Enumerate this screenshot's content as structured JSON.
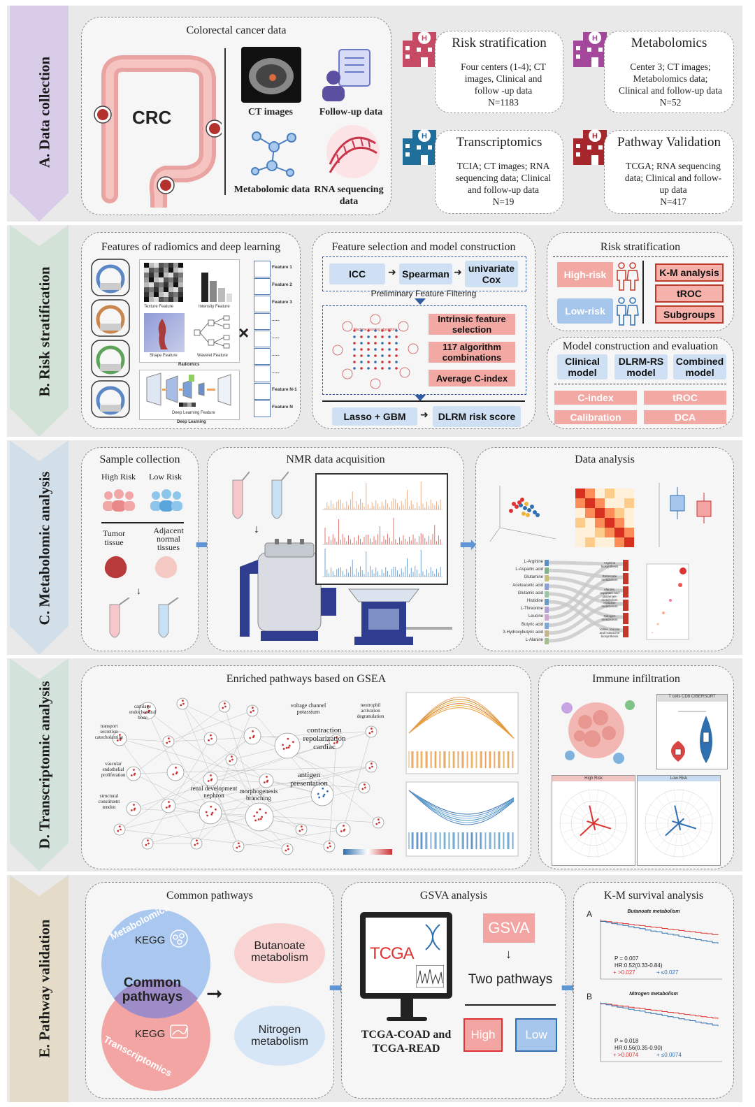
{
  "sections": {
    "A": "A. Data collection",
    "B": "B. Risk stratification",
    "C": "C. Metabolomic analysis",
    "D": "D. Transcriptomic analysis",
    "E": "E. Pathway validation"
  },
  "data_collection": {
    "title": "Colorectal cancer data",
    "crc_label": "CRC",
    "ct_images": "CT images",
    "followup": "Follow-up data",
    "metabolomic": "Metabolomic data",
    "rna": "RNA sequencing data",
    "cards": [
      {
        "title": "Risk stratification",
        "body": "Four centers (1-4); CT images, Clinical and follow -up data",
        "n": "N=1183"
      },
      {
        "title": "Metabolomics",
        "body": "Center 3; CT images; Metabolomics data; Clinical and follow-up data",
        "n": "N=52"
      },
      {
        "title": "Transcriptomics",
        "body": "TCIA; CT images; RNA sequencing data; Clinical and follow-up data",
        "n": "N=19"
      },
      {
        "title": "Pathway Validation",
        "body": "TCGA; RNA sequencing data; Clinical and follow-up data",
        "n": "N=417"
      }
    ]
  },
  "risk": {
    "features_title": "Features of radiomics and deep learning",
    "tiny": {
      "texture": "Texture Feature",
      "intensity": "Intensity Feature",
      "shape": "Shape Feature",
      "wavelet": "Wavelet Feature",
      "radiomics": "Radiomics",
      "dl_feature": "Deep Learning Feature",
      "deep_learning": "Deep Learning"
    },
    "feature_list": [
      "Feature 1",
      "Feature 2",
      "Feature 3",
      "......",
      "......",
      "......",
      "......",
      "Feature N-1",
      "Feature N"
    ],
    "times": "×",
    "selection_title": "Feature selection and model construction",
    "icc": "ICC",
    "spearman": "Spearman",
    "univariate": "univariate Cox",
    "prelim": "Preliminary Feature Filtering",
    "ml_label": "Machine learning algorithms",
    "intrinsic": "Intrinsic feature selection",
    "combos": "117 algorithm combinations",
    "avg_c": "Average C-index",
    "lasso": "Lasso + GBM",
    "dlrm": "DLRM risk score",
    "strat_title": "Risk stratification",
    "high_risk": "High-risk",
    "low_risk": "Low-risk",
    "km": "K-M analysis",
    "troc": "tROC",
    "subgroups": "Subgroups",
    "model_title": "Model construction and evaluation",
    "clinical": "Clinical model",
    "dlrmrs": "DLRM-RS model",
    "combined": "Combined model",
    "metrics": [
      "C-index",
      "tROC",
      "Calibration",
      "DCA"
    ]
  },
  "metabolomic": {
    "sample_title": "Sample collection",
    "high": "High Risk",
    "low": "Low Risk",
    "tumor": "Tumor tissue",
    "adjacent": "Adjacent normal tissues",
    "nmr_title": "NMR data acquisition",
    "analysis_title": "Data analysis",
    "metabolites": [
      "L-Arginine",
      "L-Aspartic acid",
      "Glutamine",
      "Acetoacetic acid",
      "Glutamic acid",
      "Histidine",
      "L-Threonine",
      "Leucine",
      "Butyric acid",
      "3-Hydroxybutyric acid",
      "L-Alanine"
    ],
    "pathways": [
      "Arginine biosynthesis",
      "Butanoate metabolism",
      "Alanine, aspartate and glutamate metabolism",
      "Histidine metabolism",
      "Nitrogen metabolism",
      "Valine, leucine and isoleucine biosynthesis"
    ]
  },
  "transcriptomic": {
    "gsea_title": "Enriched pathways based on GSEA",
    "nodes": [
      "contraction repolarization cardiac",
      "antigen presentation",
      "renal development nephron",
      "morphogenesis branching",
      "voltage channel potassium",
      "neutrophil activation degranulation",
      "cartilage endochondral bone",
      "transport secretion catecholamine",
      "vascular endothelial proliferation",
      "structural constituent tendon"
    ],
    "immune_title": "Immune infiltration",
    "violin_title": "T cells CD8 CIBERSORT",
    "high_risk": "High Risk",
    "low_risk": "Low Risk"
  },
  "pathway": {
    "common_title": "Common pathways",
    "metabolomics": "Metabolomics",
    "transcriptomics": "Transcriptomics",
    "kegg": "KEGG",
    "common": "Common pathways",
    "butanoate": "Butanoate metabolism",
    "nitrogen": "Nitrogen metabolism",
    "gsva_title": "GSVA analysis",
    "tcga": "TCGA",
    "gsva": "GSVA",
    "two_pathways": "Two pathways",
    "tcga_coad": "TCGA-COAD and TCGA-READ",
    "high": "High",
    "low": "Low",
    "km_title": "K-M survival analysis",
    "km_a": {
      "letter": "A",
      "title": "Butanoate metabolism",
      "p": "P = 0.007",
      "hr": "HR:0.52(0.33-0.84)",
      "hi": ">0.027",
      "lo": "≤0.027"
    },
    "km_b": {
      "letter": "B",
      "title": "Nitrogen metabolism",
      "p": "P = 0.018",
      "hr": "HR:0.56(0.35-0.90)",
      "hi": ">0.0074",
      "lo": "≤0.0074"
    }
  },
  "colors": {
    "band": "#e9e9e9",
    "salmon": "#f3a9a3",
    "blue_box": "#cfe0f4",
    "chevron_a": "#d8cce8",
    "chevron_b": "#d3e2d6",
    "chevron_c": "#d2dfe9",
    "chevron_d": "#d4e2dc",
    "chevron_e": "#e4dcc8"
  }
}
